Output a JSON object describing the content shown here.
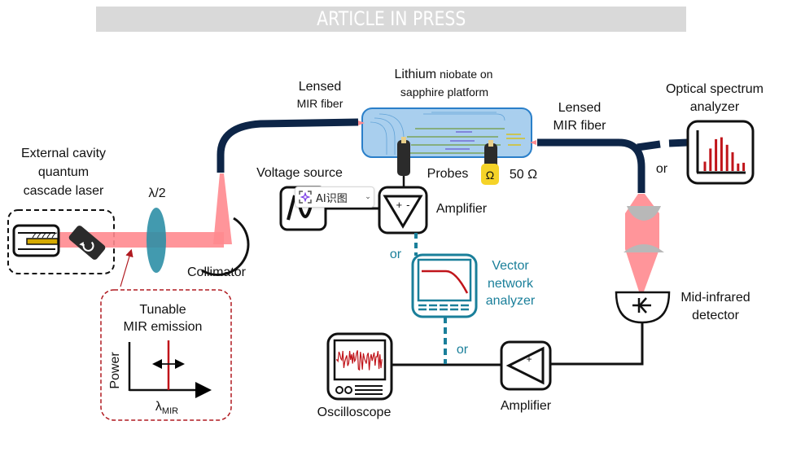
{
  "banner": {
    "text": "ARTICLE IN PRESS"
  },
  "labels": {
    "laser": [
      "External cavity",
      "quantum",
      "cascade laser"
    ],
    "half_wave_plate": "λ/2",
    "collimator": "Collimator",
    "lensed_fiber_left": [
      "Lensed",
      "MIR fiber"
    ],
    "chip": [
      "Lithium niobate on",
      "sapphire platform"
    ],
    "chip_word_lithium": "Lithium",
    "chip_word_rest": "niobate on",
    "lensed_fiber_right": [
      "Lensed",
      "MIR fiber"
    ],
    "osa": [
      "Optical spectrum",
      "analyzer"
    ],
    "voltage_source": "Voltage source",
    "probes": "Probes",
    "termination": "50 Ω",
    "termination_symbol": "Ω",
    "amplifier_top": "Amplifier",
    "or_top_left": "or",
    "vna": [
      "Vector",
      "network",
      "analyzer"
    ],
    "or_mid": "or",
    "or_osa": "or",
    "detector": [
      "Mid-infrared",
      "detector"
    ],
    "oscilloscope": "Oscilloscope",
    "amplifier_bottom": "Amplifier",
    "tunable": [
      "Tunable",
      "MIR emission"
    ],
    "power_axis": "Power",
    "lambda_axis": "λ",
    "lambda_sub": "MIR",
    "amp_plus": "+",
    "amp_minus": "-"
  },
  "overlay_popup": {
    "label": "AI识图",
    "chevron": "⌄",
    "icon": "sparkle-scan-icon"
  },
  "colors": {
    "fiber": "#0d2547",
    "beam": "#ff8a8f",
    "teal": "#1a7f9a",
    "red_trace": "#c0141a",
    "chip_fill": "#a9cfee",
    "chip_border": "#2a7fc9",
    "gold": "#d4a900",
    "collimator": "#fde4a4",
    "lens_gray": "#b8b8b8",
    "waveplate": "#2e8fa6",
    "omega_yellow": "#f5d328",
    "callout_red": "#b01a20"
  },
  "osa_spectrum": {
    "relative_heights": [
      0.25,
      0.6,
      0.85,
      0.9,
      0.7,
      0.5,
      0.2,
      0.22
    ]
  }
}
